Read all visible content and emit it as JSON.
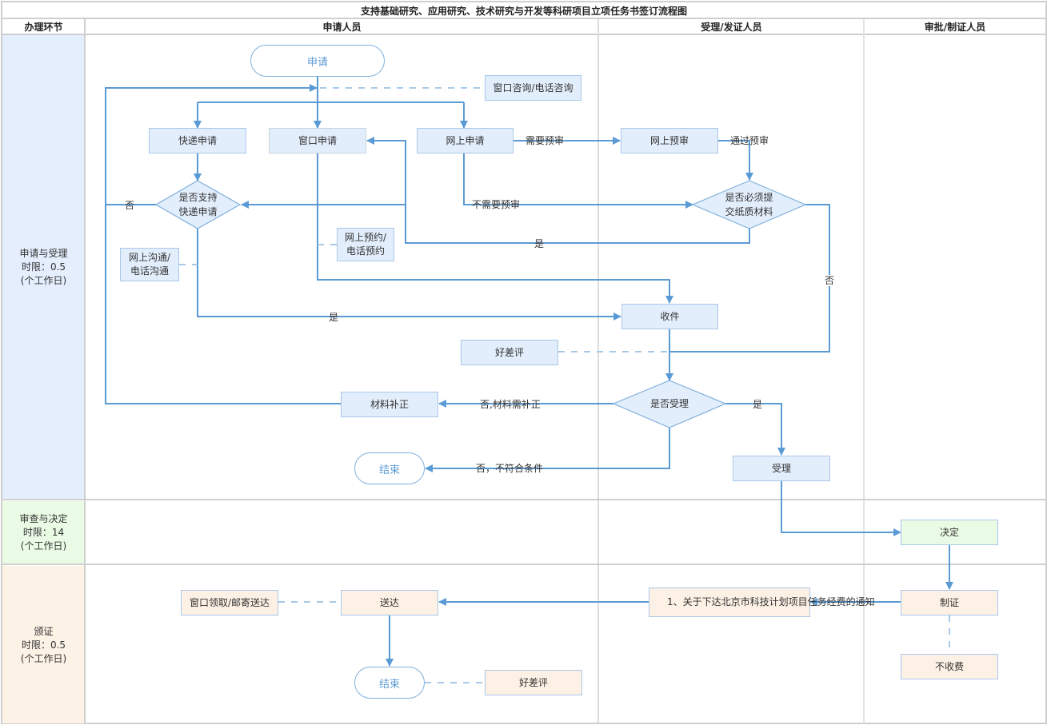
{
  "title": "支持基础研究、应用研究、技术研究与开发等科研项目立项任务书签订流程图",
  "columns": {
    "stage": "办理环节",
    "applicant": "申请人员",
    "acceptor": "受理/发证人员",
    "approver": "审批/制证人员"
  },
  "stages": [
    {
      "name": "申请与受理",
      "limit": "时限：0.5",
      "unit": "(个工作日)",
      "color": "#e4eefd"
    },
    {
      "name": "审查与决定",
      "limit": "时限：14",
      "unit": "(个工作日)",
      "color": "#eafbe5"
    },
    {
      "name": "颁证",
      "limit": "时限：0.5",
      "unit": "(个工作日)",
      "color": "#fdf2e6"
    }
  ],
  "nodes": {
    "start": "申请",
    "consult": "窗口咨询/电话咨询",
    "express_apply": "快递申请",
    "window_apply": "窗口申请",
    "online_apply": "网上申请",
    "online_precheck": "网上预审",
    "express_check": "是否支持\n快递申请",
    "paper_check": "是否必须提\n交纸质材料",
    "online_communicate": "网上沟通/\n电话沟通",
    "online_reserve": "网上预约/\n电话预约",
    "receive": "收件",
    "rating1": "好差评",
    "accept_check": "是否受理",
    "supplement": "材料补正",
    "end1": "结束",
    "accept": "受理",
    "decide": "决定",
    "certify": "制证",
    "notice": "1、关于下达北京市科技计划项目任务经费的通知",
    "no_fee": "不收费",
    "deliver": "送达",
    "pickup": "窗口领取/邮寄送达",
    "end2": "结束",
    "rating2": "好差评"
  },
  "edge_labels": {
    "need_precheck": "需要预审",
    "pass_precheck": "通过预审",
    "no_precheck": "不需要预审",
    "express_no": "否",
    "paper_yes": "是",
    "paper_no": "否",
    "express_yes": "是",
    "accept_no_supplement": "否,材料需补正",
    "accept_yes": "是",
    "accept_no_reject": "否，不符合条件"
  },
  "colors": {
    "line": "#5b9bd5",
    "dashed": "#a9c8e8",
    "grid": "#d0d0d0"
  }
}
